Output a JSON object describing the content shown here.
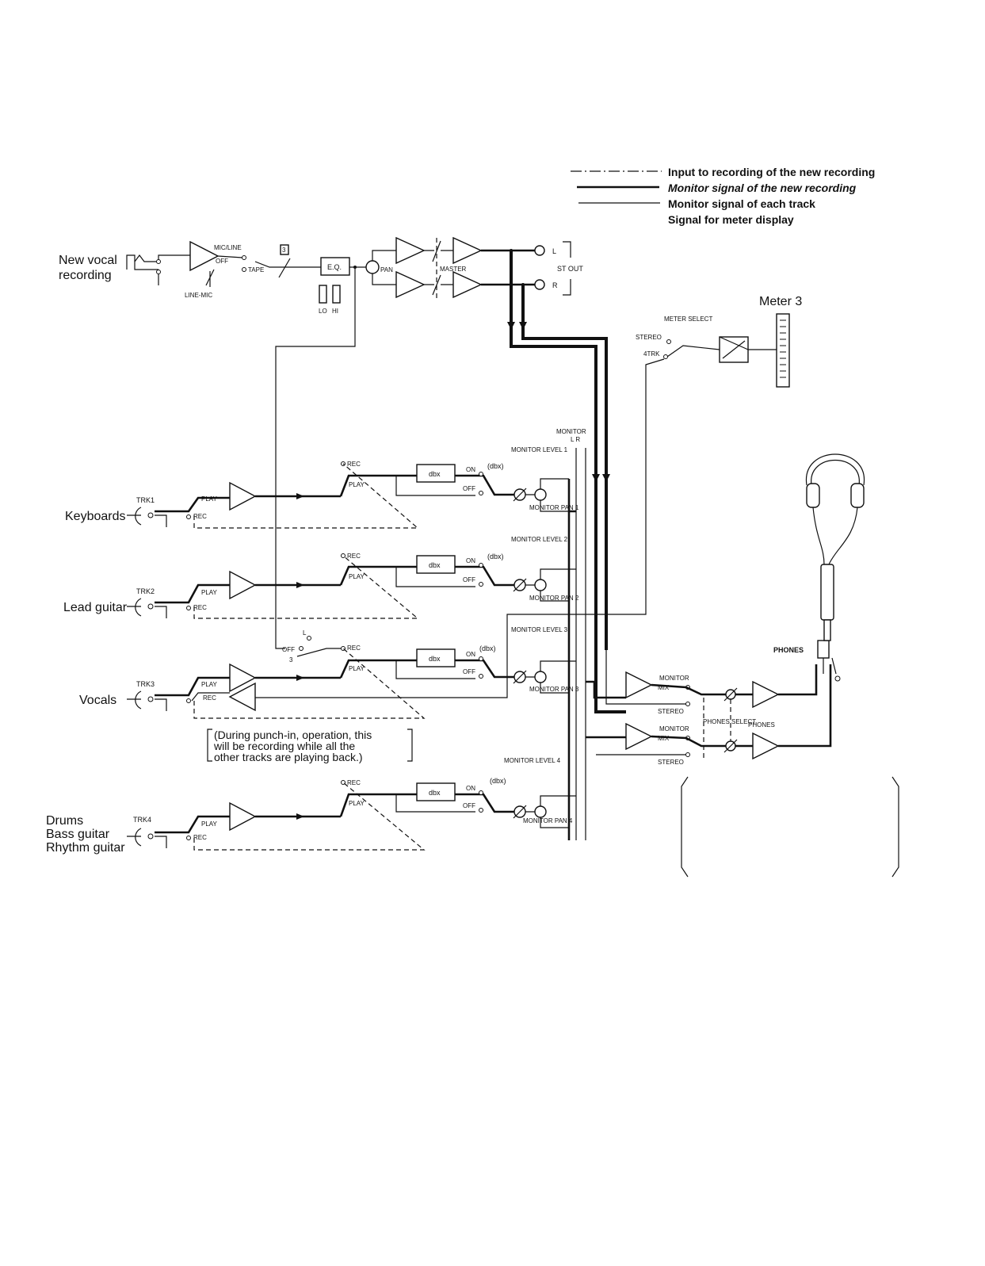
{
  "legend": [
    {
      "text": "Input to recording of the new recording",
      "style": "dash-dot"
    },
    {
      "text": "Monitor signal of the new recording",
      "style": "thick"
    },
    {
      "text": "Monitor signal of each track",
      "style": "thin"
    },
    {
      "text": "Signal for meter display",
      "style": "none"
    }
  ],
  "input_section": {
    "source_label_1": "New vocal",
    "source_label_2": "recording",
    "mic_line": "MIC/LINE",
    "off": "OFF",
    "tape": "TAPE",
    "line_mic": "LINE-MIC",
    "trim_num": "3",
    "eq": "E.Q.",
    "lo": "LO",
    "hi": "HI",
    "pan": "PAN",
    "master": "MASTER",
    "out_l": "L",
    "out_r": "R",
    "st_out": "ST OUT"
  },
  "meter": {
    "title": "Meter 3",
    "select": "METER SELECT",
    "stereo": "STEREO",
    "trk": "4TRK"
  },
  "monitor_bus": {
    "title": "MONITOR",
    "lr": "L  R"
  },
  "tracks": [
    {
      "source": "Keyboards",
      "trk": "TRK1",
      "play": "PLAY",
      "rec": "REC",
      "rec_sw": "REC",
      "play_sw": "PLAY",
      "dbx": "dbx",
      "dbx_label": "(dbx)",
      "on": "ON",
      "off": "OFF",
      "level": "MONITOR LEVEL 1",
      "pan": "MONITOR PAN 1"
    },
    {
      "source": "Lead guitar",
      "trk": "TRK2",
      "play": "PLAY",
      "rec": "REC",
      "rec_sw": "REC",
      "play_sw": "PLAY",
      "dbx": "dbx",
      "dbx_label": "(dbx)",
      "on": "ON",
      "off": "OFF",
      "level": "MONITOR LEVEL 2",
      "pan": "MONITOR PAN 2"
    },
    {
      "source": "Vocals",
      "trk": "TRK3",
      "play": "PLAY",
      "rec": "REC",
      "rec_sw": "REC",
      "play_sw": "PLAY",
      "dbx": "dbx",
      "dbx_label": "(dbx)",
      "on": "ON",
      "off": "OFF",
      "level": "MONITOR LEVEL 3",
      "pan": "MONITOR PAN 3"
    },
    {
      "source": "Drums",
      "source_2": "Bass guitar",
      "source_3": "Rhythm guitar",
      "trk": "TRK4",
      "play": "PLAY",
      "rec": "REC",
      "rec_sw": "REC",
      "play_sw": "PLAY",
      "dbx": "dbx",
      "dbx_label": "(dbx)",
      "on": "ON",
      "off": "OFF",
      "level": "MONITOR LEVEL 4",
      "pan": "MONITOR PAN 4"
    }
  ],
  "trk3_assign": {
    "l": "L",
    "off": "OFF",
    "num": "3"
  },
  "punch_note": [
    "(During punch-in, operation, this",
    "will be recording while all the",
    "other tracks are playing back.)"
  ],
  "phones": {
    "label": "PHONES",
    "monitor": "MONITOR",
    "mix": "MIX",
    "stereo": "STEREO",
    "select": "PHONES SELECT",
    "level": "PHONES"
  }
}
